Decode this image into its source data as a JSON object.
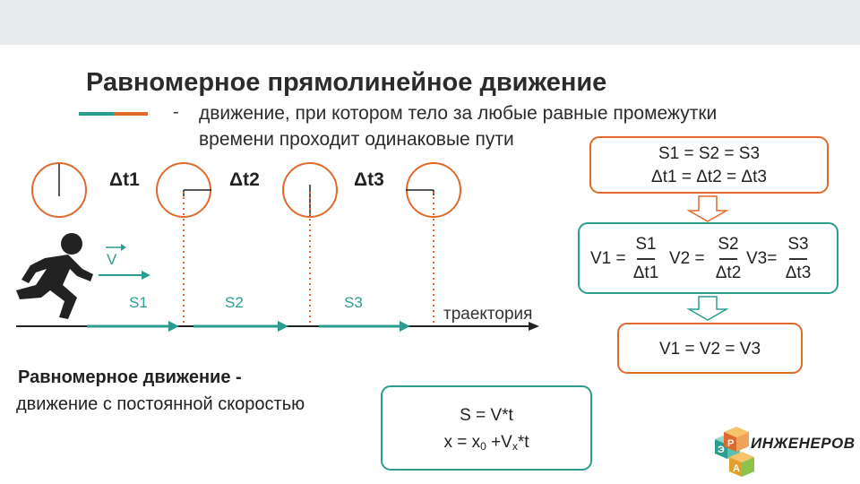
{
  "title": "Равномерное прямолинейное движение",
  "definition": {
    "dash": "-",
    "line1": "движение, при котором тело за любые равные промежутки",
    "line2": "времени проходит одинаковые пути"
  },
  "intervals": [
    "Δt1",
    "Δt2",
    "Δt3"
  ],
  "segments": [
    "S1",
    "S2",
    "S3"
  ],
  "velocity_symbol": "V",
  "trajectory_label": "траектория",
  "box_equal_s_t": {
    "line1": "S1 = S2 = S3",
    "line2": "Δt1 = Δt2 = Δt3"
  },
  "box_velocities": {
    "v1_prefix": "V1 =",
    "v1_num": "S1",
    "v1_den": "Δt1",
    "v2_prefix": "V2 =",
    "v2_num": "S2",
    "v2_den": "Δt2",
    "v3_prefix": "V3=",
    "v3_num": "S3",
    "v3_den": "Δt3"
  },
  "box_equal_v": "V1 = V2 = V3",
  "uniform_motion": {
    "heading": "Равномерное движение -",
    "text": "движение с постоянной скоростью"
  },
  "formula_box": {
    "line1": "S = V*t",
    "line2_a": "x = x",
    "line2_sub0": "0",
    "line2_b": " +V",
    "line2_subx": "x",
    "line2_c": "*t"
  },
  "logo": {
    "cube_letters": [
      "Э",
      "Р",
      "А"
    ],
    "text": "ИНЖЕНЕРОВ"
  },
  "colors": {
    "accent_orange": "#e06a2c",
    "accent_teal": "#2a9d8f",
    "header_band": "#e8ebeb"
  },
  "icons": [
    "running-person-icon",
    "clock-icon",
    "down-arrow-icon",
    "logo-cubes-icon"
  ]
}
